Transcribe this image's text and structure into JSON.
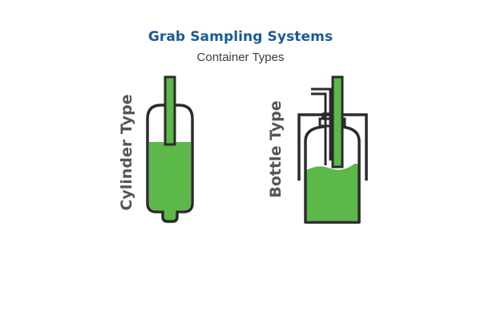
{
  "title": "Grab Sampling Systems",
  "subtitle": "Container Types",
  "containers": [
    {
      "label": "Cylinder Type",
      "shape": "cylinder"
    },
    {
      "label": "Bottle Type",
      "shape": "bottle"
    }
  ],
  "colors": {
    "title": "#1b5a96",
    "subtitle": "#3c3c3c",
    "label": "#555555",
    "liquid": "#5cb848",
    "outline": "#2b2b2b"
  }
}
